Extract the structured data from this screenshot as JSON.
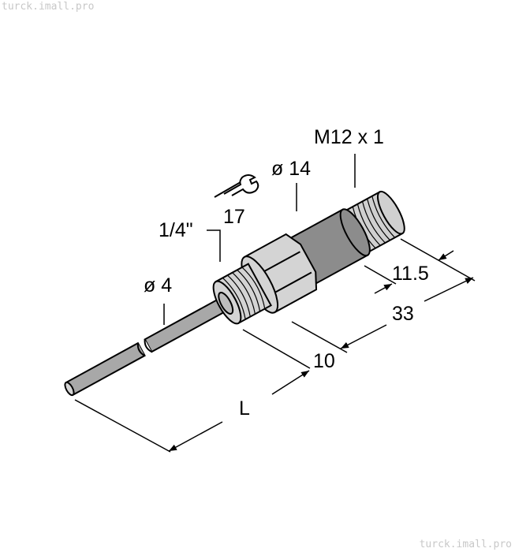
{
  "watermark": {
    "top_left": "turck.imall.pro",
    "bottom_right": "turck.imall.pro"
  },
  "labels": {
    "connector_thread": "M12 x 1",
    "body_diameter": "ø 14",
    "wrench_size": "17",
    "process_thread": "1/4\"",
    "probe_diameter": "ø 4",
    "connector_length": "11.5",
    "body_length": "33",
    "thread_length": "10",
    "probe_length": "L"
  },
  "colors": {
    "body": "#8c8c8c",
    "metal": "#d4d4d4",
    "outline": "#000000"
  }
}
